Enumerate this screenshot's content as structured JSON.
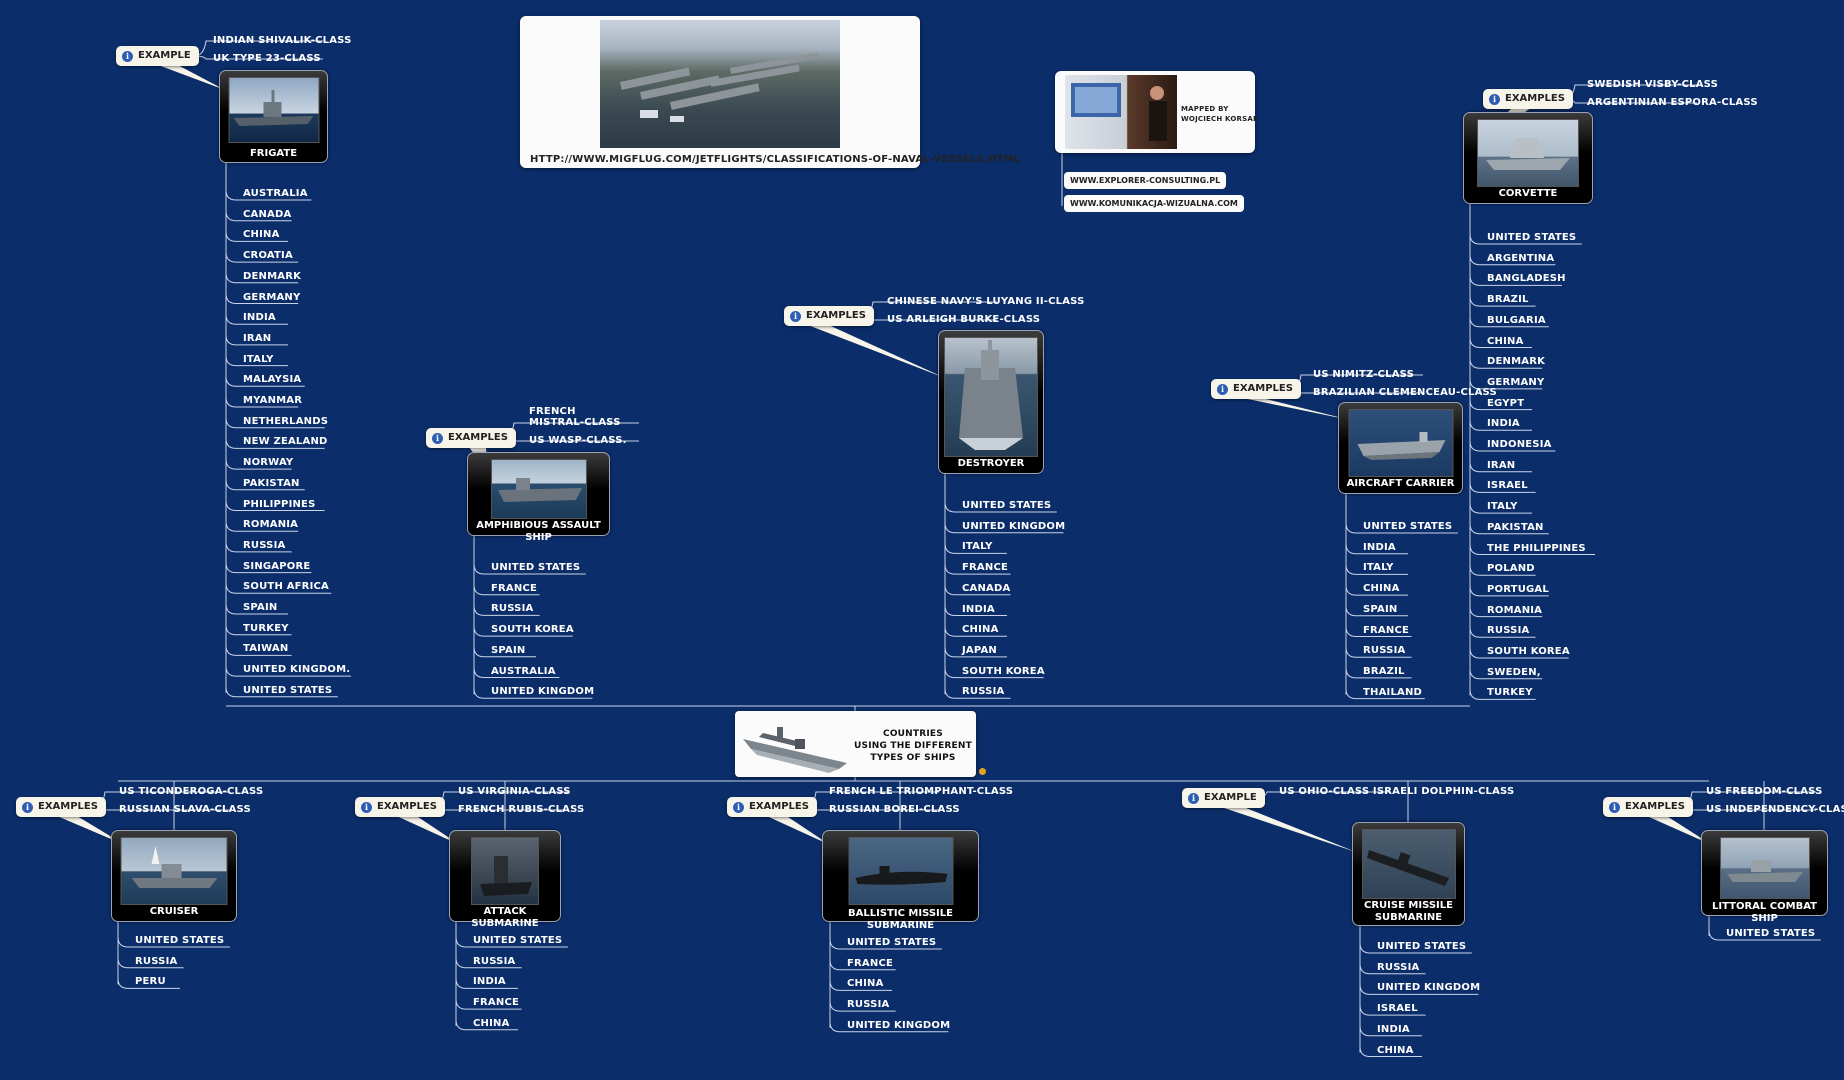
{
  "header": {
    "source_url": "HTTP://WWW.MIGFLUG.COM/JETFLIGHTS/CLASSIFICATIONS-OF-NAVAL-VESSELS.HTML"
  },
  "author": {
    "credit_line1": "MAPPED BY",
    "credit_line2": "WOJCIECH KORSAK",
    "links": [
      "WWW.EXPLORER-CONSULTING.PL",
      "WWW.KOMUNIKACJA-WIZUALNA.COM"
    ]
  },
  "central": {
    "line1": "COUNTRIES",
    "line2": "USING THE DIFFERENT",
    "line3": "TYPES OF SHIPS"
  },
  "ships": {
    "frigate": {
      "name": "FRIGATE",
      "note": "EXAMPLE",
      "examples": [
        "INDIAN SHIVALIK-CLASS",
        "UK TYPE 23-CLASS"
      ],
      "countries": [
        "AUSTRALIA",
        "CANADA",
        "CHINA",
        "CROATIA",
        "DENMARK",
        "GERMANY",
        "INDIA",
        "IRAN",
        "ITALY",
        "MALAYSIA",
        "MYANMAR",
        "NETHERLANDS",
        "NEW ZEALAND",
        "NORWAY",
        "PAKISTAN",
        "PHILIPPINES",
        "ROMANIA",
        "RUSSIA",
        "SINGAPORE",
        "SOUTH AFRICA",
        "SPAIN",
        "TURKEY",
        "TAIWAN",
        "UNITED KINGDOM.",
        "UNITED STATES"
      ]
    },
    "amphibious": {
      "name": "AMPHIBIOUS ASSAULT SHIP",
      "note": "EXAMPLES",
      "examples": [
        "FRENCH",
        "MISTRAL-CLASS",
        "US WASP-CLASS."
      ],
      "countries": [
        "UNITED STATES",
        "FRANCE",
        "RUSSIA",
        "SOUTH KOREA",
        "SPAIN",
        "AUSTRALIA",
        "UNITED KINGDOM"
      ]
    },
    "destroyer": {
      "name": "DESTROYER",
      "note": "EXAMPLES",
      "examples": [
        "CHINESE NAVY'S LUYANG II-CLASS",
        "US ARLEIGH BURKE-CLASS"
      ],
      "countries": [
        "UNITED STATES",
        "UNITED KINGDOM",
        "ITALY",
        "FRANCE",
        "CANADA",
        "INDIA",
        "CHINA",
        "JAPAN",
        "SOUTH KOREA",
        "RUSSIA"
      ]
    },
    "carrier": {
      "name": "AIRCRAFT CARRIER",
      "note": "EXAMPLES",
      "examples": [
        "US NIMITZ-CLASS",
        "BRAZILIAN CLEMENCEAU-CLASS"
      ],
      "countries": [
        "UNITED STATES",
        "INDIA",
        "ITALY",
        "CHINA",
        "SPAIN",
        "FRANCE",
        "RUSSIA",
        "BRAZIL",
        "THAILAND"
      ]
    },
    "corvette": {
      "name": "CORVETTE",
      "note": "EXAMPLES",
      "examples": [
        "SWEDISH VISBY-CLASS",
        "ARGENTINIAN ESPORA-CLASS"
      ],
      "countries": [
        "UNITED STATES",
        "ARGENTINA",
        "BANGLADESH",
        "BRAZIL",
        "BULGARIA",
        "CHINA",
        "DENMARK",
        "GERMANY",
        "EGYPT",
        "INDIA",
        "INDONESIA",
        "IRAN",
        "ISRAEL",
        "ITALY",
        "PAKISTAN",
        "THE PHILIPPINES",
        "POLAND",
        "PORTUGAL",
        "ROMANIA",
        "RUSSIA",
        "SOUTH KOREA",
        "SWEDEN,",
        "TURKEY"
      ]
    },
    "cruiser": {
      "name": "CRUISER",
      "note": "EXAMPLES",
      "examples": [
        "US TICONDEROGA-CLASS",
        "RUSSIAN SLAVA-CLASS"
      ],
      "countries": [
        "UNITED STATES",
        "RUSSIA",
        "PERU"
      ]
    },
    "attack_sub": {
      "name": "ATTACK SUBMARINE",
      "note": "EXAMPLES",
      "examples": [
        "US VIRGINIA-CLASS",
        "FRENCH RUBIS-CLASS"
      ],
      "countries": [
        "UNITED STATES",
        "RUSSIA",
        "INDIA",
        "FRANCE",
        "CHINA"
      ]
    },
    "ballistic_sub": {
      "name": "BALLISTIC MISSILE SUBMARINE",
      "note": "EXAMPLES",
      "examples": [
        "FRENCH LE TRIOMPHANT-CLASS",
        "RUSSIAN BOREI-CLASS"
      ],
      "countries": [
        "UNITED STATES",
        "FRANCE",
        "CHINA",
        "RUSSIA",
        "UNITED KINGDOM"
      ]
    },
    "cruise_sub": {
      "name_line1": "CRUISE MISSILE",
      "name_line2": "SUBMARINE",
      "note": "EXAMPLE",
      "examples": [
        "US OHIO-CLASS ISRAELI DOLPHIN-CLASS"
      ],
      "countries": [
        "UNITED STATES",
        "RUSSIA",
        "UNITED KINGDOM",
        "ISRAEL",
        "INDIA",
        "CHINA"
      ]
    },
    "littoral": {
      "name": "LITTORAL COMBAT SHIP",
      "note": "EXAMPLES",
      "examples": [
        "US FREEDOM-CLASS",
        "US INDEPENDENCY-CLASS"
      ],
      "countries": [
        "UNITED STATES"
      ]
    }
  },
  "colors": {
    "background": "#0b2e6b",
    "line": "#c9d3e6",
    "text": "#ffffff"
  }
}
